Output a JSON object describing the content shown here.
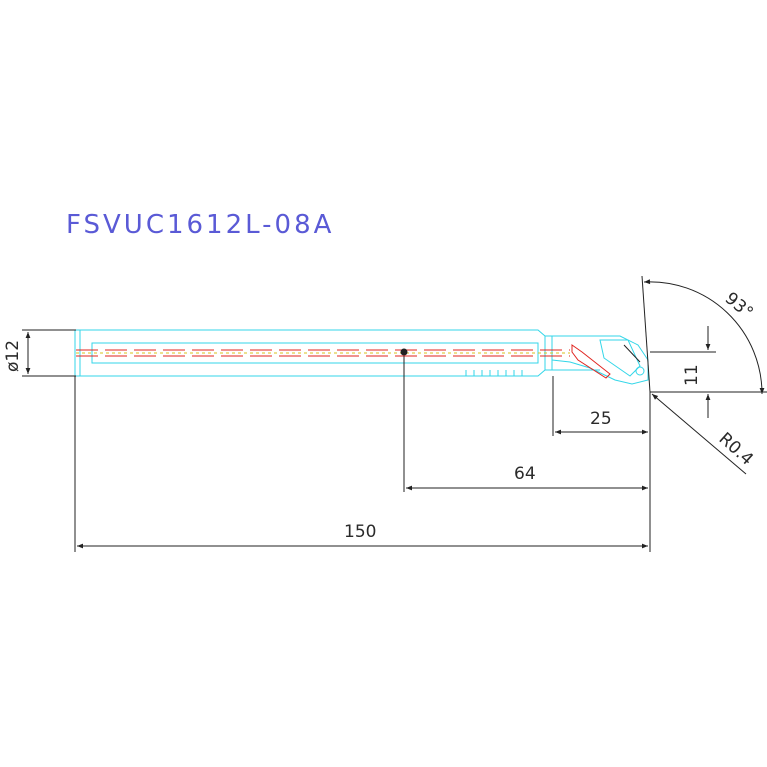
{
  "drawing": {
    "title": "FSVUC1612L-08A",
    "colors": {
      "title": "#5a5ad6",
      "outline": "#33d6e8",
      "centerline": "#e0241f",
      "hidden": "#d8c21e",
      "dimension": "#222222"
    },
    "dimensions": {
      "diameter": "ø12",
      "overall_length": "150",
      "mid_length": "64",
      "head_length": "25",
      "offset": "11",
      "angle": "93°",
      "radius": "R0.4"
    }
  }
}
